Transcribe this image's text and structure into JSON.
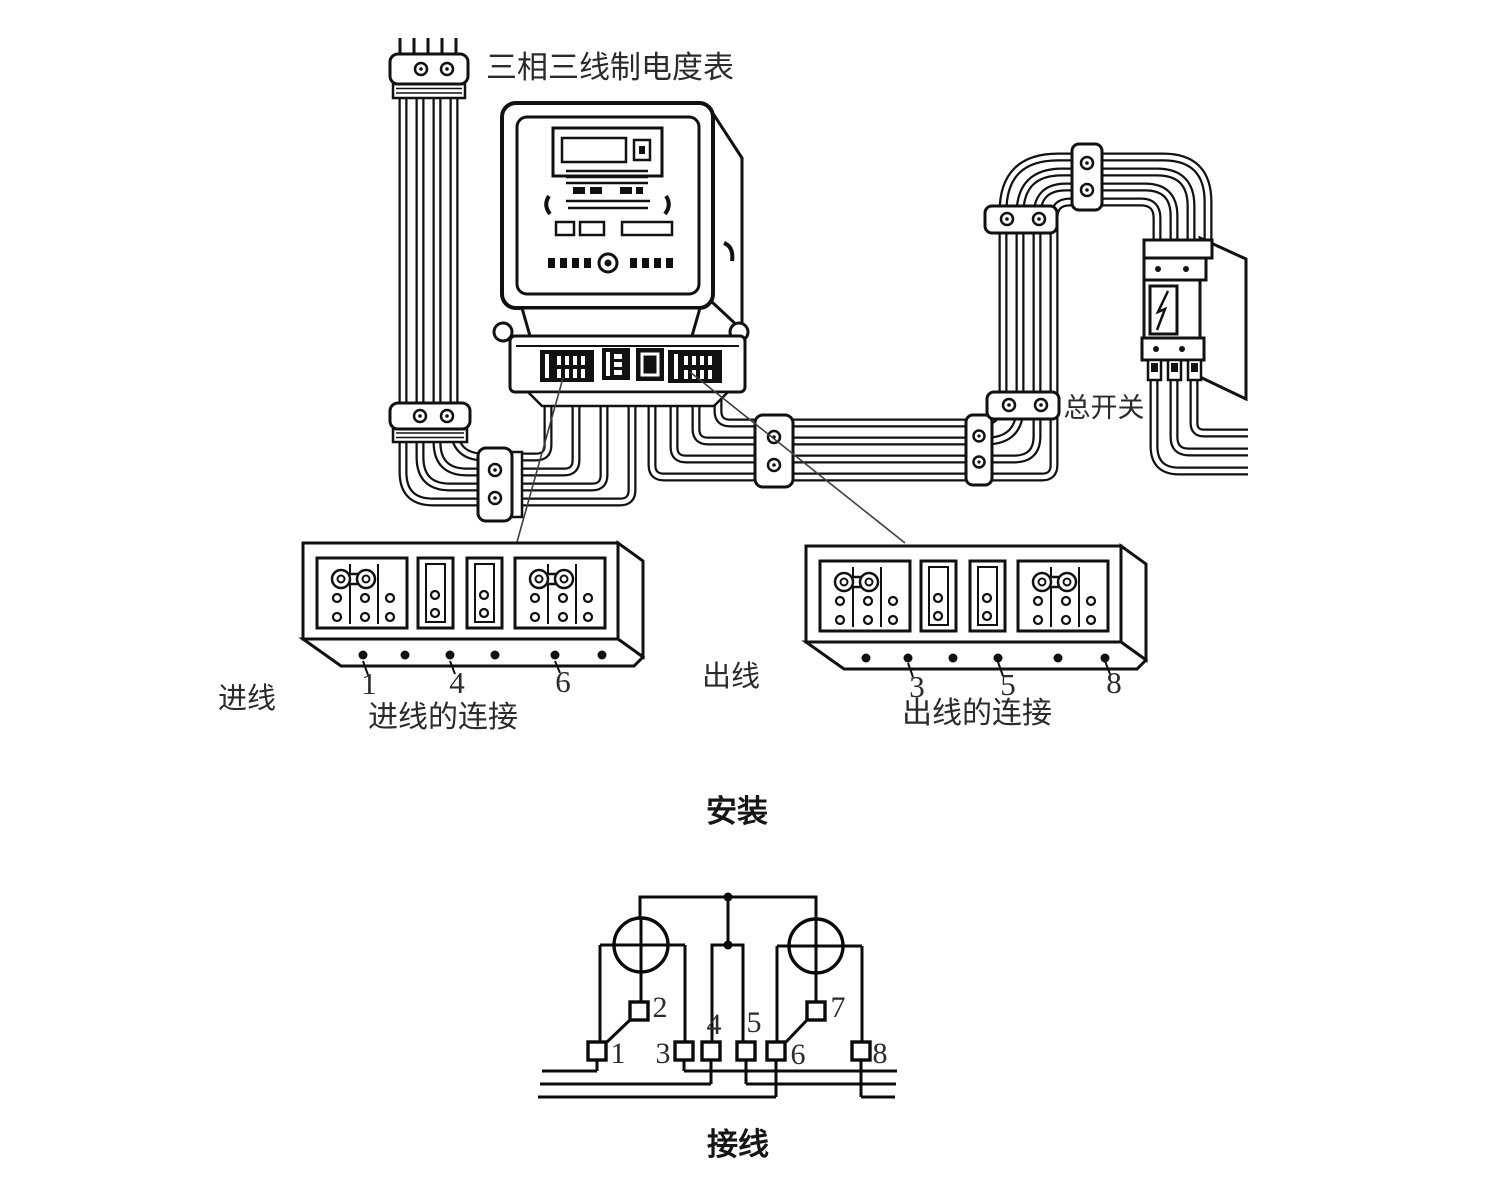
{
  "title": "三相三线制电度表",
  "installation": {
    "caption": "安装",
    "incoming_label": "进线",
    "outgoing_label": "出线",
    "incoming_block_caption": "进线的连接",
    "outgoing_block_caption": "出线的连接",
    "main_switch_label": "总开关",
    "incoming_terminal_numbers": [
      "1",
      "4",
      "6"
    ],
    "outgoing_terminal_numbers": [
      "3",
      "5",
      "8"
    ]
  },
  "wiring": {
    "caption": "接线",
    "terminal_numbers": [
      "1",
      "2",
      "3",
      "4",
      "5",
      "6",
      "7",
      "8"
    ]
  },
  "icons": [
    {
      "name": "current-coil-icon",
      "meaning": "circle with cross = meter coil"
    },
    {
      "name": "lightning-bolt-icon",
      "meaning": "breaker trip symbol"
    }
  ],
  "colors": {
    "ink": "#111111",
    "label_ink": "#2b2b2b",
    "background": "#ffffff"
  }
}
